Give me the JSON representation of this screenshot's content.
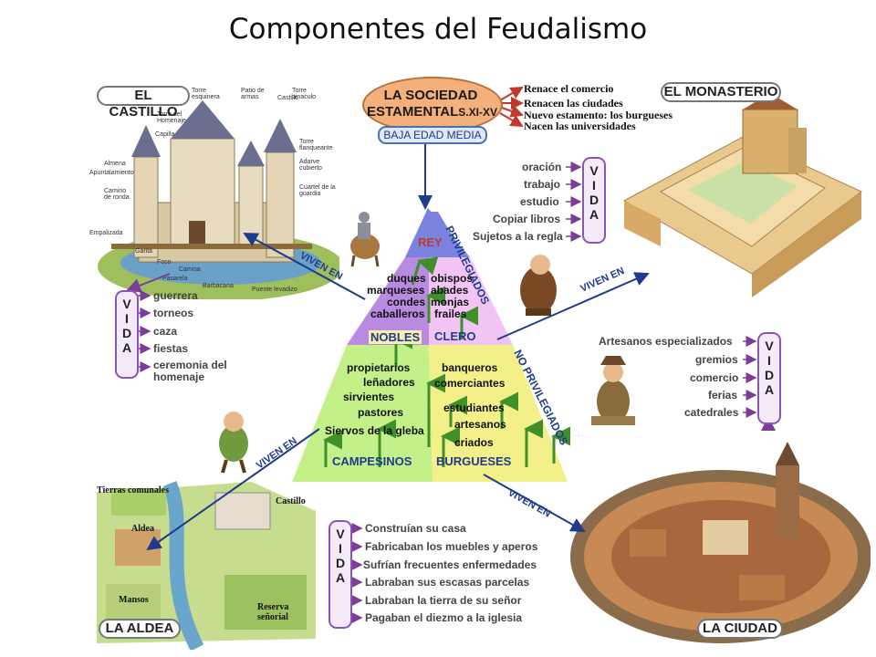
{
  "title": "Componentes del Feudalismo",
  "center": {
    "line1": "LA SOCIEDAD",
    "line2": "ESTAMENTAL",
    "period": "S.XI-XV",
    "subtitle": "BAJA EDAD MEDIA"
  },
  "consequences": [
    "Renace el comercio",
    "Renacen las ciudades",
    "Nuevo estamento: los burgueses",
    "Nacen las universidades"
  ],
  "pyramid": {
    "top": "REY",
    "nobles_members": [
      "duques",
      "marqueses",
      "condes",
      "caballeros"
    ],
    "clero_members": [
      "obispos",
      "abades",
      "monjas",
      "frailes"
    ],
    "nobles": "NOBLES",
    "clero": "CLERO",
    "campesinos_members": [
      "propietarios",
      "leñadores",
      "sirvientes",
      "pastores",
      "Siervos de la gleba"
    ],
    "burgueses_members": [
      "banqueros",
      "comerciantes",
      "estudiantes",
      "artesanos",
      "criados"
    ],
    "campesinos": "CAMPESINOS",
    "burgueses": "BURGUESES",
    "privileged": "PRIVILEGIADOS",
    "non_privileged": "NO PRIVILEGIADOS"
  },
  "castillo": {
    "label": "EL CASTILLO",
    "parts": [
      "Torre esquinera",
      "Patio de armas",
      "Castillo",
      "Torre pinaculo",
      "Torre del Homenaje",
      "Capilla",
      "Torre flanqueante",
      "Adarve cubierto",
      "Almena",
      "Apuntalamiento",
      "Camino de ronda",
      "Cuartel de la guardia",
      "Empalizada",
      "Garita",
      "Foso",
      "Pasarela",
      "Barbacana",
      "Puente levadizo",
      "Camisa"
    ],
    "vida": [
      "guerrera",
      "torneos",
      "caza",
      "fiestas",
      "ceremonia del homenaje"
    ]
  },
  "monasterio": {
    "label": "EL MONASTERIO",
    "vida": [
      "oración",
      "trabajo",
      "estudio",
      "Copiar libros",
      "Sujetos a la regla"
    ]
  },
  "ciudad": {
    "label": "LA CIUDAD",
    "vida": [
      "Artesanos especializados",
      "gremios",
      "comercio",
      "ferias",
      "catedrales"
    ]
  },
  "aldea": {
    "label": "LA  ALDEA",
    "map_labels": [
      "Tierras comunales",
      "Aldea",
      "Castillo",
      "Mansos",
      "Reserva señorial"
    ],
    "vida": [
      "Construían su casa",
      "Fabricaban los muebles y aperos",
      "Sufrían frecuentes enfermedades",
      "Labraban sus escasas parcelas",
      "Labraban la tierra de su señor",
      "Pagaban el diezmo a la iglesia"
    ]
  },
  "vida_letters": [
    "V",
    "I",
    "D",
    "A"
  ],
  "arrow_label": "VIVEN EN",
  "colors": {
    "purple": "#7d3c98",
    "navy": "#1f3b8c",
    "red": "#c0392b",
    "green": "#3f8f2b",
    "pyramid_top": "#7b83e0",
    "nobles": "#b88ae0",
    "clero": "#f1c4f4",
    "campesinos": "#c4f08a",
    "burgueses": "#f3f08a",
    "center": "#f4b07a"
  }
}
